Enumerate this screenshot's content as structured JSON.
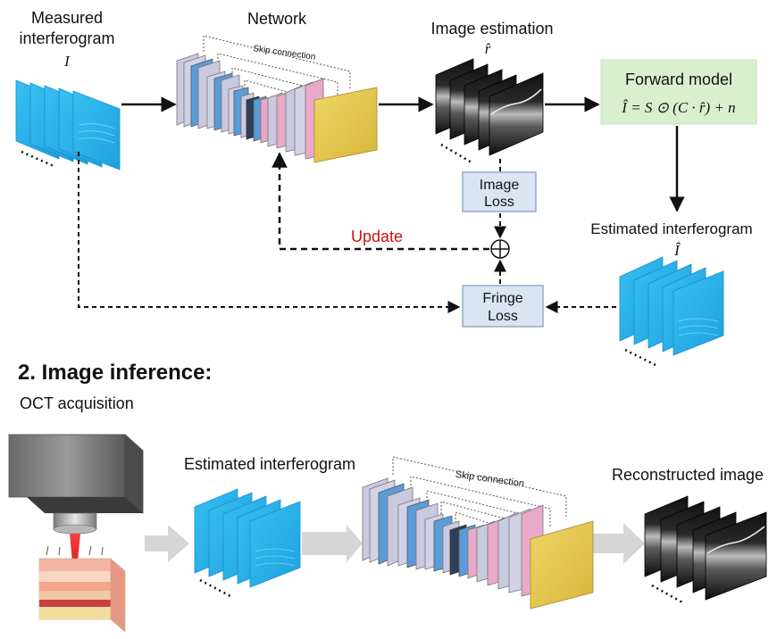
{
  "training": {
    "measured_label_line1": "Measured",
    "measured_label_line2": "interferogram",
    "measured_symbol": "I",
    "network_label": "Network",
    "skip_connection_label": "Skip connection",
    "image_estimation_label": "Image estimation",
    "image_estimation_symbol": "r̂",
    "forward_model_title": "Forward model",
    "forward_model_equation": "Î = S ⊙ (C · r̂) + n",
    "image_loss_line1": "Image",
    "image_loss_line2": "Loss",
    "fringe_loss_line1": "Fringe",
    "fringe_loss_line2": "Loss",
    "update_label": "Update",
    "estimated_label": "Estimated interferogram",
    "estimated_symbol": "Î",
    "sum_symbol": "⊕"
  },
  "inference": {
    "section_title": "2. Image inference:",
    "oct_label": "OCT acquisition",
    "estimated_label": "Estimated interferogram",
    "skip_connection_label": "Skip connection",
    "reconstructed_label": "Reconstructed image"
  },
  "colors": {
    "interferogram_blue": "#2fb4ea",
    "forward_model_bg": "#d9f0cf",
    "loss_box_bg": "#dbe4f3",
    "update_red": "#cc1111",
    "output_yellow": "#e6c84a",
    "flow_gray": "#d6d6d6"
  }
}
